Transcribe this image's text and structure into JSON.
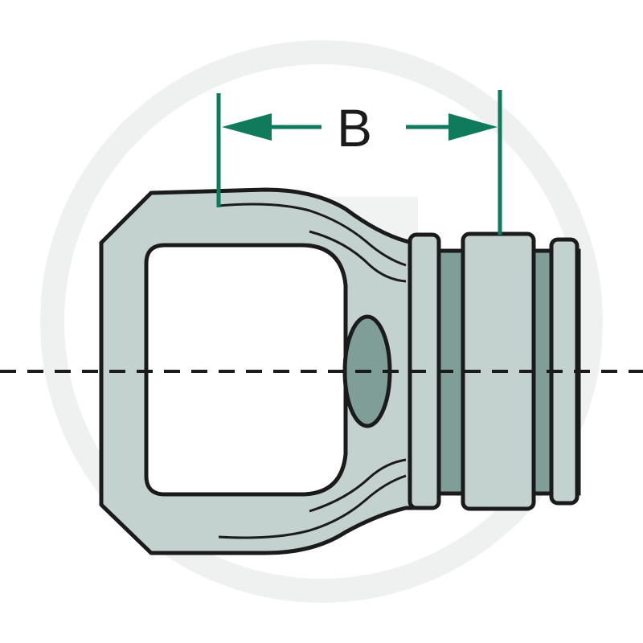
{
  "diagram": {
    "dimension_label": "B",
    "colors": {
      "part_fill": "#c4d2cf",
      "part_shadow": "#7f9e98",
      "outline": "#1b1b1b",
      "dimension": "#0f7a5c",
      "centerline": "#1b1b1b",
      "watermark": "#eef1ef"
    },
    "parts": {
      "yoke": "yoke-eye",
      "hub": "splined-hub",
      "pin_hole": "cross-pin-bore"
    }
  }
}
